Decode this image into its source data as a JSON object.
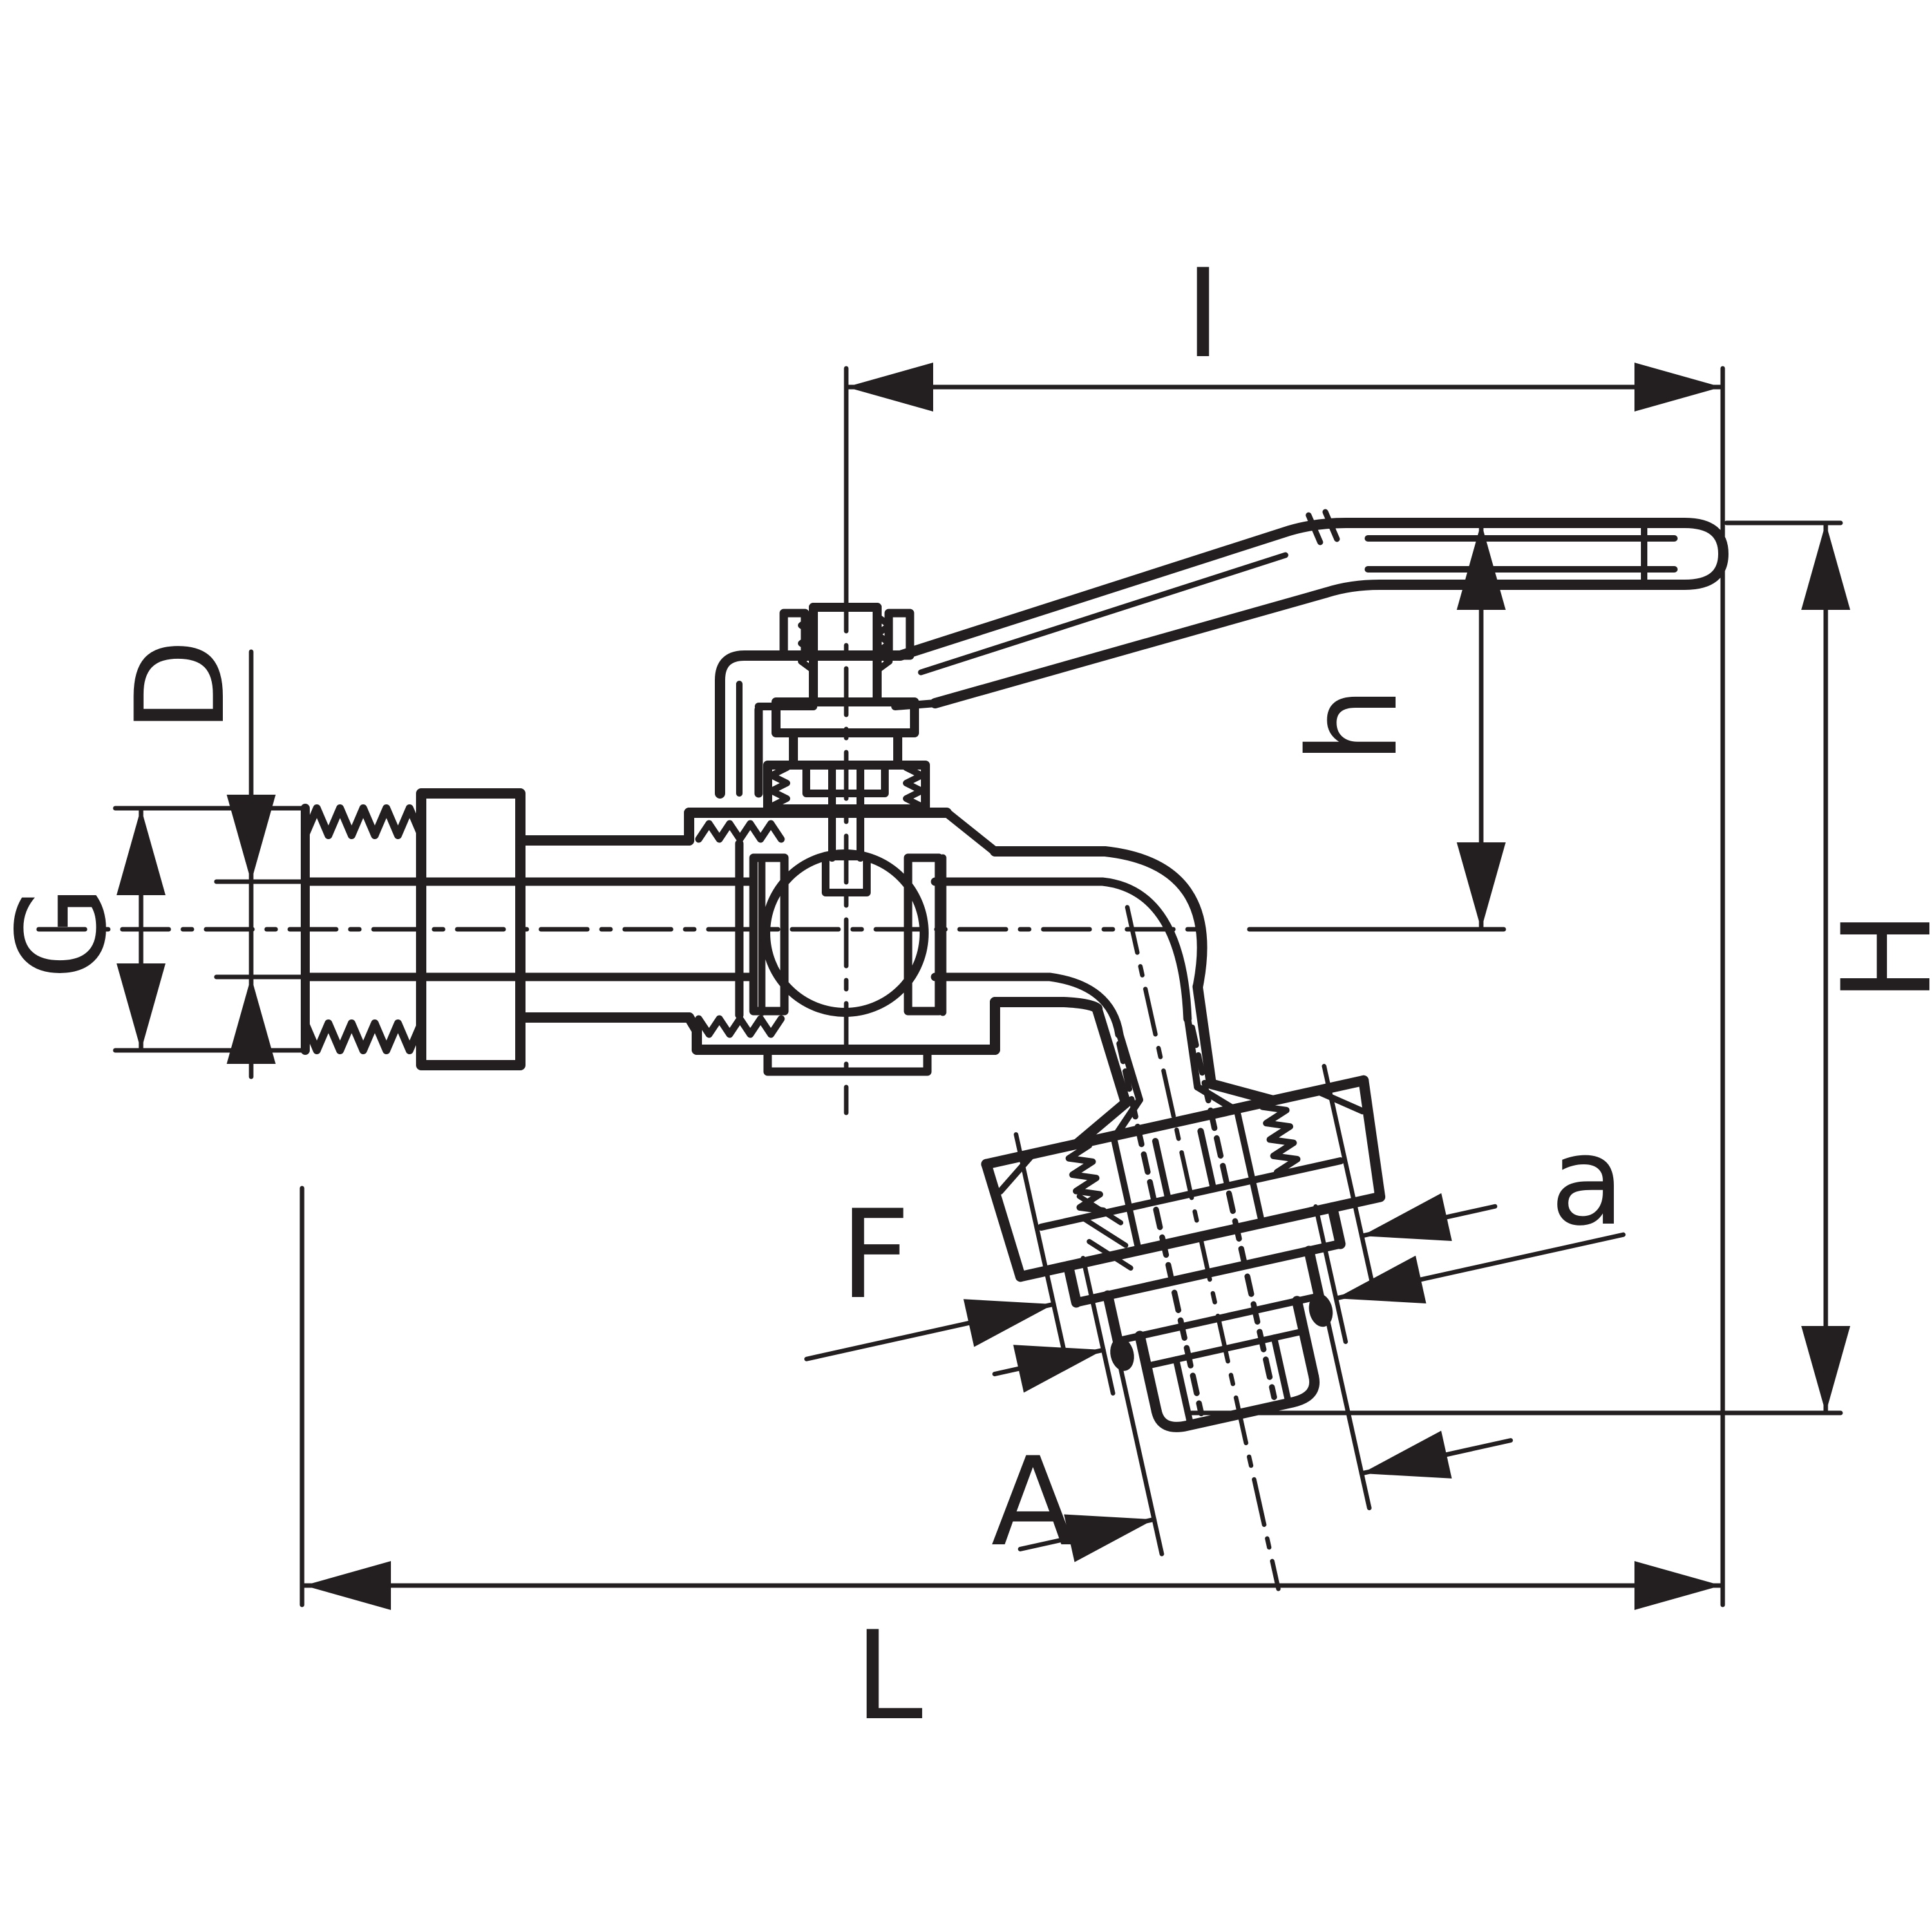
{
  "figure": {
    "background_color": "#ffffff",
    "stroke_color": "#231f20",
    "labels": {
      "I": "I",
      "D": "D",
      "G": "G",
      "h": "h",
      "H": "H",
      "F": "F",
      "a": "a",
      "A": "A",
      "L": "L"
    }
  }
}
